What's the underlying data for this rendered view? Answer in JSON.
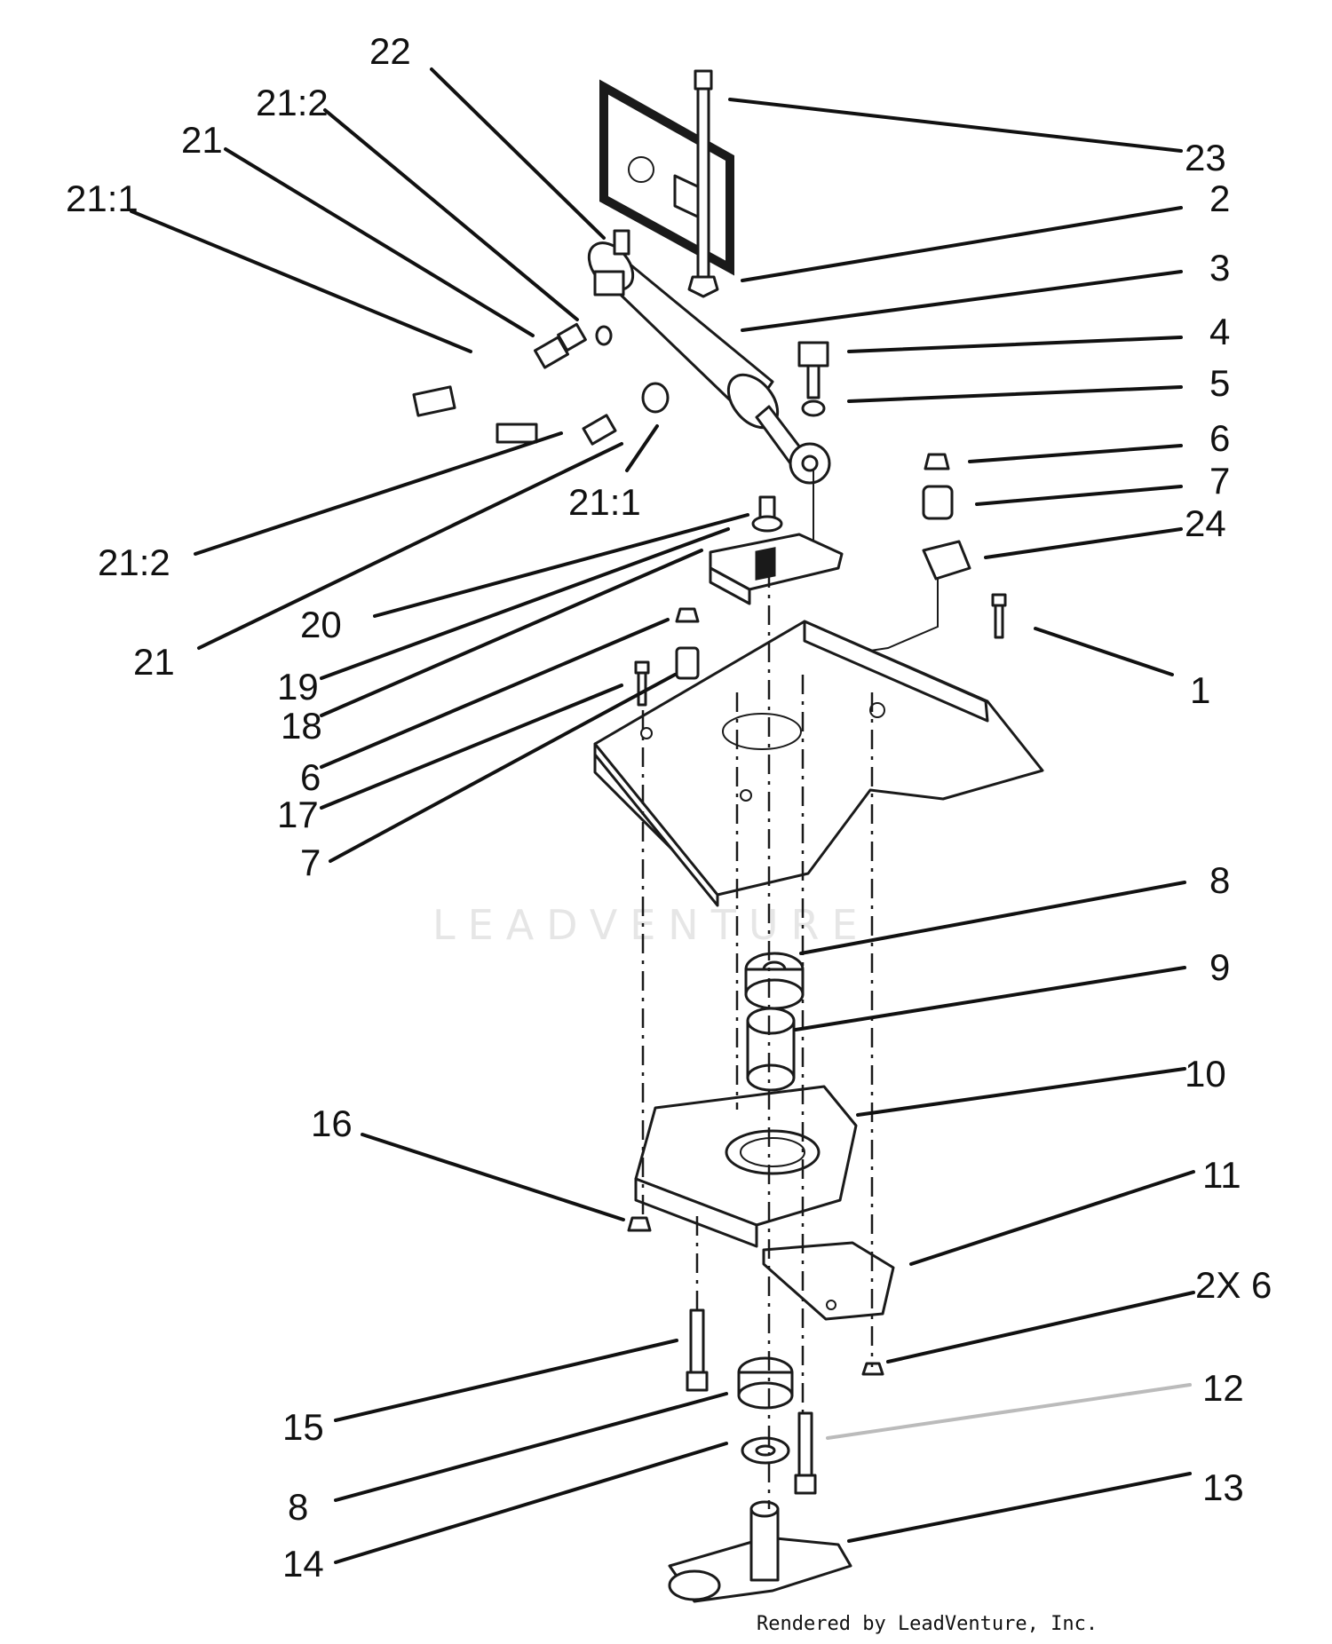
{
  "watermark": "LEADVENTURE",
  "credit": "Rendered by LeadVenture, Inc.",
  "callouts": [
    {
      "id": "c22",
      "label": "22"
    },
    {
      "id": "c21-2-top",
      "label": "21:2"
    },
    {
      "id": "c21-top",
      "label": "21"
    },
    {
      "id": "c21-1-top",
      "label": "21:1"
    },
    {
      "id": "c23",
      "label": "23"
    },
    {
      "id": "c2",
      "label": "2"
    },
    {
      "id": "c3",
      "label": "3"
    },
    {
      "id": "c4",
      "label": "4"
    },
    {
      "id": "c5",
      "label": "5"
    },
    {
      "id": "c6-right",
      "label": "6"
    },
    {
      "id": "c7-right",
      "label": "7"
    },
    {
      "id": "c24",
      "label": "24"
    },
    {
      "id": "c21-1-mid",
      "label": "21:1"
    },
    {
      "id": "c21-2-left",
      "label": "21:2"
    },
    {
      "id": "c20",
      "label": "20"
    },
    {
      "id": "c21-left",
      "label": "21"
    },
    {
      "id": "c1",
      "label": "1"
    },
    {
      "id": "c19",
      "label": "19"
    },
    {
      "id": "c18",
      "label": "18"
    },
    {
      "id": "c6-left",
      "label": "6"
    },
    {
      "id": "c17",
      "label": "17"
    },
    {
      "id": "c7-left",
      "label": "7"
    },
    {
      "id": "c8-top",
      "label": "8"
    },
    {
      "id": "c9",
      "label": "9"
    },
    {
      "id": "c10",
      "label": "10"
    },
    {
      "id": "c16",
      "label": "16"
    },
    {
      "id": "c11",
      "label": "11"
    },
    {
      "id": "c2x6",
      "label": "2X 6"
    },
    {
      "id": "c12",
      "label": "12"
    },
    {
      "id": "c15",
      "label": "15"
    },
    {
      "id": "c13",
      "label": "13"
    },
    {
      "id": "c8-bottom",
      "label": "8"
    },
    {
      "id": "c14",
      "label": "14"
    }
  ]
}
